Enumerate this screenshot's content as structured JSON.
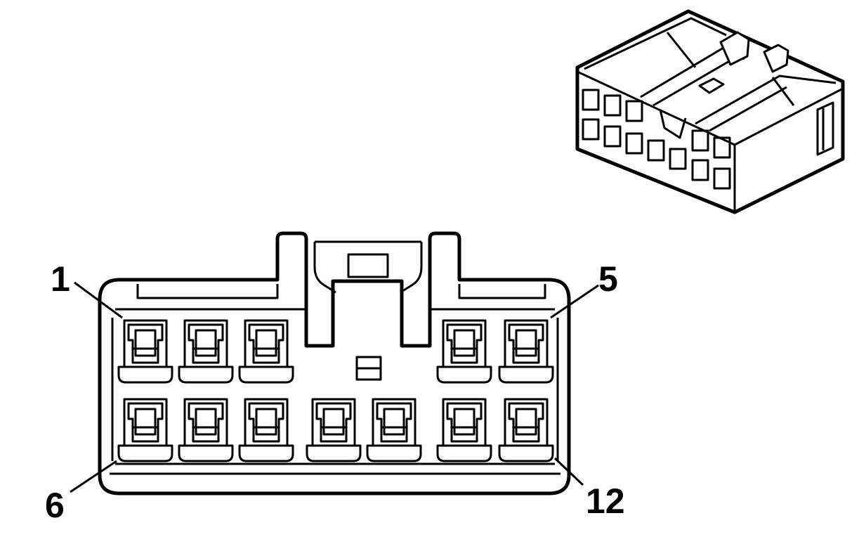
{
  "diagram": {
    "pin_labels": {
      "top_left": "1",
      "top_right": "5",
      "bottom_left": "6",
      "bottom_right": "12"
    },
    "colors": {
      "line": "#000000",
      "background": "#ffffff"
    },
    "front_view": {
      "top_row_cavity_count": 5,
      "bottom_row_cavity_count": 7
    }
  }
}
